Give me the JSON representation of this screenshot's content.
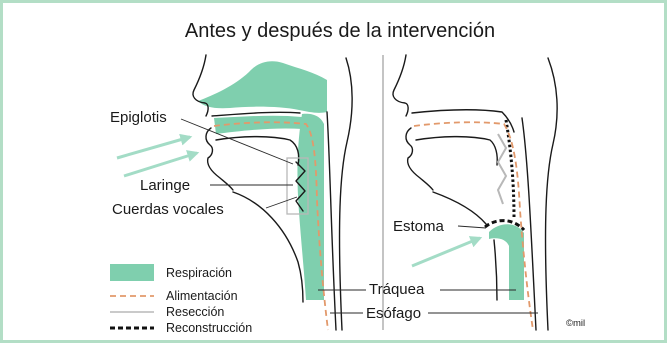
{
  "title": "Antes y después de la intervención",
  "labels": {
    "epiglottis": "Epiglotis",
    "larynx": "Laringe",
    "vocal_cords": "Cuerdas vocales",
    "stoma": "Estoma",
    "trachea": "Tráquea",
    "esophagus": "Esófago"
  },
  "legend": [
    {
      "label": "Respiración",
      "style": "filled-area"
    },
    {
      "label": "Alimentación",
      "style": "dashed-line"
    },
    {
      "label": "Resección",
      "style": "thin-gray-line"
    },
    {
      "label": "Reconstrucción",
      "style": "thick-dashed-line"
    }
  ],
  "copyright": "©mil",
  "colors": {
    "frame": "#b3dec6",
    "airway": "#7fcfae",
    "arrow": "#a3dcc6",
    "food": "#e2996b",
    "resection": "#b8b8b8",
    "reconstruction": "#111111",
    "outline": "#1a1a1a"
  }
}
